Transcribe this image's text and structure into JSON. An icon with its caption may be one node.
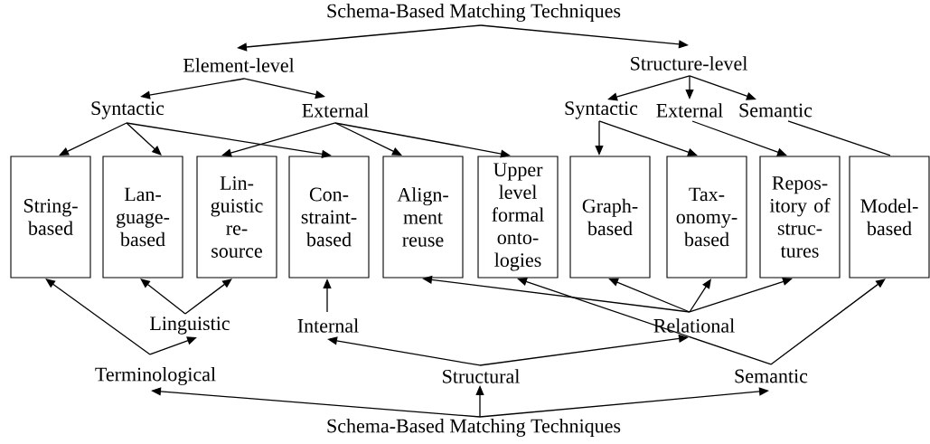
{
  "diagram": {
    "nodes": [
      {
        "text": [
          "Schema-Based Matching Techniques"
        ]
      },
      {
        "text": [
          "Element-level"
        ]
      },
      {
        "text": [
          "Structure-level"
        ]
      },
      {
        "text": [
          "Syntactic"
        ]
      },
      {
        "text": [
          "External"
        ]
      },
      {
        "text": [
          "Syntactic"
        ]
      },
      {
        "text": [
          "External"
        ]
      },
      {
        "text": [
          "Semantic"
        ]
      },
      {
        "text": [
          "String- based"
        ]
      },
      {
        "text": [
          "Lan- guage- based"
        ]
      },
      {
        "text": [
          "Lin- guistic re- source"
        ]
      },
      {
        "text": [
          "Con- straint- based"
        ]
      },
      {
        "text": [
          "Align- ment reuse"
        ]
      },
      {
        "text": [
          "Upper level formal onto- logies"
        ]
      },
      {
        "text": [
          "Graph- based"
        ]
      },
      {
        "text": [
          "Tax- onomy- based"
        ]
      },
      {
        "text": [
          "Repos- itory of struc- tures"
        ]
      },
      {
        "text": [
          "Model- based"
        ]
      },
      {
        "text": [
          "Linguistic"
        ]
      },
      {
        "text": [
          "Internal"
        ]
      },
      {
        "text": [
          "Relational"
        ]
      },
      {
        "text": [
          "Terminological"
        ]
      },
      {
        "text": [
          "Structural"
        ]
      },
      {
        "text": [
          "Semantic"
        ]
      },
      {
        "text": [
          "Schema-Based Matching Techniques"
        ]
      }
    ],
    "edges": [
      {
        "from": 0,
        "to": 1,
        "arrow": "to"
      },
      {
        "from": 0,
        "to": 2,
        "arrow": "to"
      },
      {
        "from": 1,
        "to": 3,
        "arrow": "to"
      },
      {
        "from": 1,
        "to": 4,
        "arrow": "to"
      },
      {
        "from": 2,
        "to": 5,
        "arrow": "to"
      },
      {
        "from": 2,
        "to": 6,
        "arrow": "to"
      },
      {
        "from": 2,
        "to": 7,
        "arrow": "to"
      },
      {
        "from": 3,
        "to": 8,
        "arrow": "to"
      },
      {
        "from": 3,
        "to": 9,
        "arrow": "to"
      },
      {
        "from": 3,
        "to": 11,
        "arrow": "to"
      },
      {
        "from": 4,
        "to": 10,
        "arrow": "to"
      },
      {
        "from": 4,
        "to": 12,
        "arrow": "to"
      },
      {
        "from": 4,
        "to": 13,
        "arrow": "to"
      },
      {
        "from": 5,
        "to": 14,
        "arrow": "to"
      },
      {
        "from": 5,
        "to": 15,
        "arrow": "to"
      },
      {
        "from": 6,
        "to": 16,
        "arrow": "to"
      },
      {
        "from": 7,
        "to": 17,
        "arrow": "none"
      },
      {
        "from": 21,
        "to": 8,
        "arrow": "to"
      },
      {
        "from": 21,
        "to": 18,
        "arrow": "to"
      },
      {
        "from": 18,
        "to": 9,
        "arrow": "to"
      },
      {
        "from": 18,
        "to": 10,
        "arrow": "to"
      },
      {
        "from": 19,
        "to": 11,
        "arrow": "to"
      },
      {
        "from": 20,
        "to": 12,
        "arrow": "to"
      },
      {
        "from": 20,
        "to": 14,
        "arrow": "to"
      },
      {
        "from": 20,
        "to": 15,
        "arrow": "to"
      },
      {
        "from": 20,
        "to": 16,
        "arrow": "to"
      },
      {
        "from": 22,
        "to": 19,
        "arrow": "to"
      },
      {
        "from": 22,
        "to": 20,
        "arrow": "to"
      },
      {
        "from": 23,
        "to": 13,
        "arrow": "to"
      },
      {
        "from": 23,
        "to": 17,
        "arrow": "to"
      },
      {
        "from": 24,
        "to": 21,
        "arrow": "to"
      },
      {
        "from": 24,
        "to": 22,
        "arrow": "to"
      },
      {
        "from": 24,
        "to": 23,
        "arrow": "to"
      }
    ]
  }
}
